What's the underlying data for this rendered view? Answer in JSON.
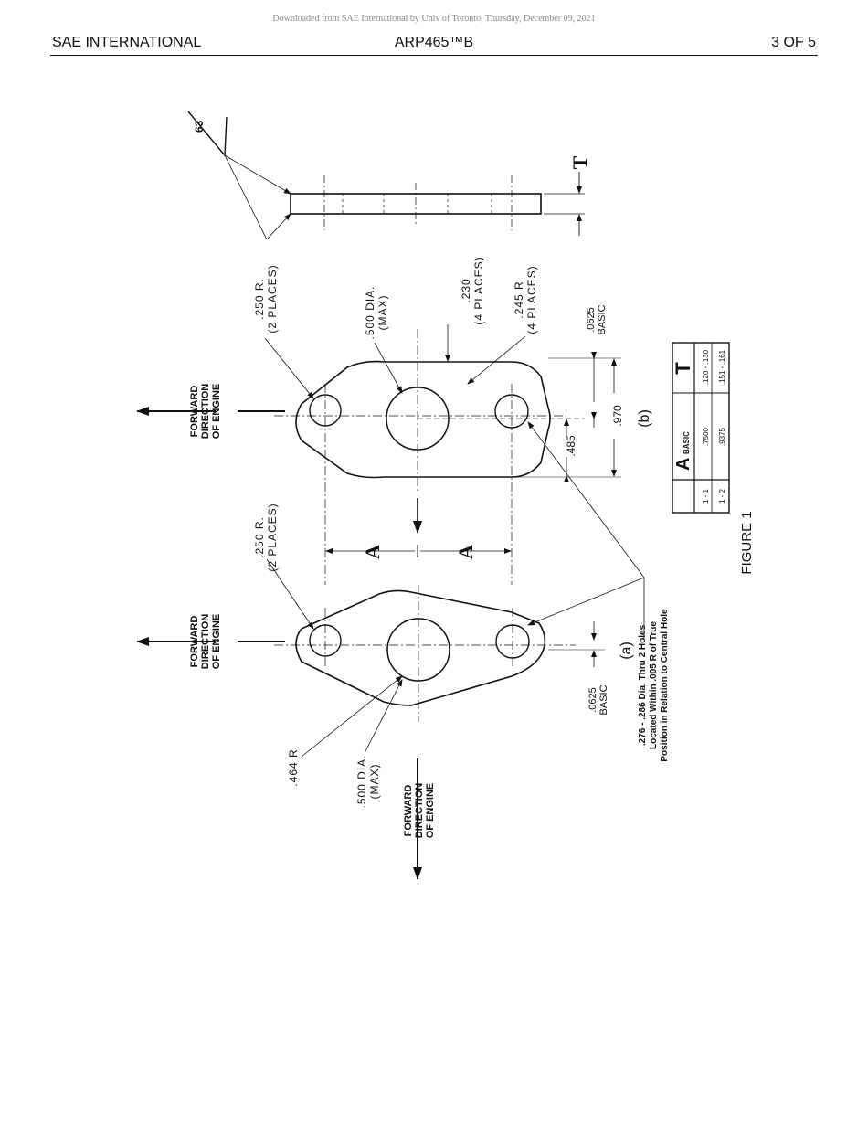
{
  "download_note": "Downloaded from SAE International by Univ of Toronto, Thursday, December 09, 2021",
  "header": {
    "left": "SAE INTERNATIONAL",
    "center": "ARP465™B",
    "right": "3 OF 5"
  },
  "figure": {
    "caption": "FIGURE 1",
    "surface_finish": "63",
    "thickness_label": "T",
    "dim_A": "A",
    "view_a": {
      "label": "(a)",
      "r250": ".250 R.",
      "r250_places": "(2 PLACES)",
      "r464": ".464 R",
      "dia500": ".500 DIA.",
      "dia500_max": "(MAX)",
      "basic0625": ".0625",
      "basic0625_word": "BASIC",
      "forward_1": "FORWARD",
      "forward_2": "DIRECTION",
      "forward_3": "OF ENGINE"
    },
    "view_b": {
      "label": "(b)",
      "r250": ".250 R.",
      "r250_places": "(2 PLACES)",
      "dia500": ".500 DIA.",
      "dia500_max": "(MAX)",
      "d230": ".230",
      "d230_places": "(4 PLACES)",
      "r245": ".245 R",
      "r245_places": "(4 PLACES)",
      "basic0625": ".0625",
      "basic0625_word": "BASIC",
      "d485": ".485",
      "d970": ".970",
      "forward_1": "FORWARD",
      "forward_2": "DIRECTION",
      "forward_3": "OF ENGINE"
    },
    "bottom_forward_1": "FORWARD",
    "bottom_forward_2": "DIRECTION",
    "bottom_forward_3": "OF ENGINE",
    "hole_note_1": ".276 - .286 Dia. Thru 2 Holes",
    "hole_note_2": "Located Within .005 R of True",
    "hole_note_3": "Position in Relation to Central Hole",
    "table": {
      "header_a": "A",
      "header_basic": "BASIC",
      "header_t": "T",
      "rows": [
        {
          "id": "1 - 1",
          "a": ".7500",
          "t": ".120 - .130"
        },
        {
          "id": "1 - 2",
          "a": ".9375",
          "t": ".151 - .161"
        }
      ]
    }
  }
}
